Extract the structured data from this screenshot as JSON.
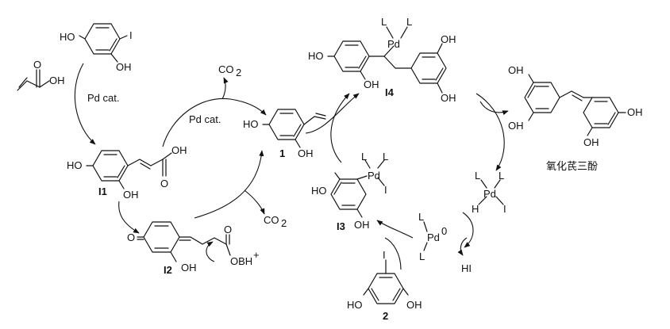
{
  "labels": {
    "pd_cat_top": "Pd cat.",
    "pd_cat_mid": "Pd cat.",
    "co2_top": "CO",
    "co2_top_sub": "2",
    "co2_mid": "CO",
    "co2_mid_sub": "2",
    "ho": "HO",
    "oh": "OH",
    "iodo": "I",
    "i1": "I1",
    "i2": "I2",
    "i3": "I3",
    "i4": "I4",
    "cmpd1": "1",
    "cmpd2": "2",
    "obh": "OBH",
    "obh_sup": "+",
    "o": "O",
    "l": "L",
    "pd": "Pd",
    "pd0_sup": "0",
    "h": "H",
    "hi": "HI",
    "product_name": "氧化芪三酚"
  }
}
